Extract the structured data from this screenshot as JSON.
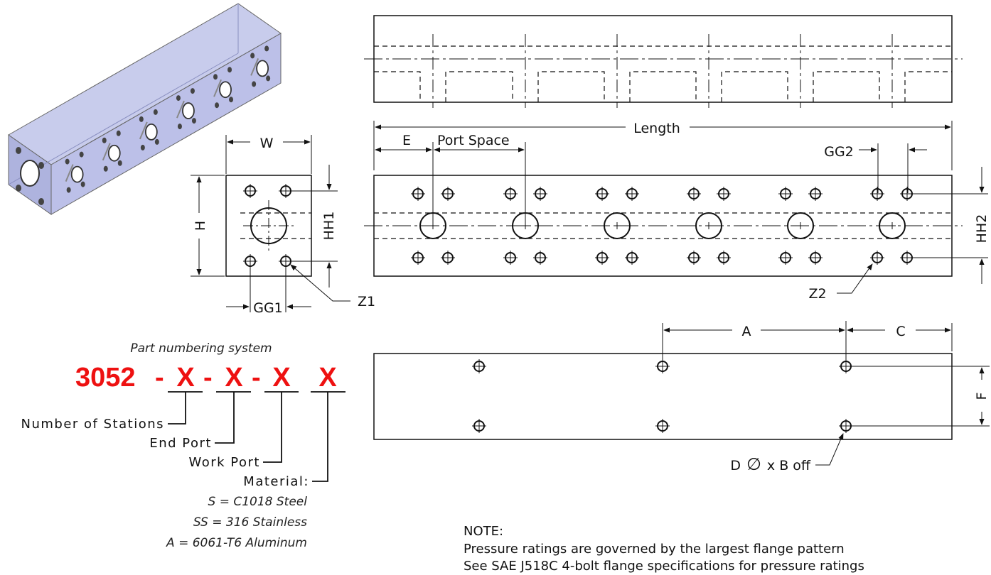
{
  "colors": {
    "accent_red": "#ee1111",
    "iso_fill": "#bfc3e8",
    "line": "#111111"
  },
  "dimensions": {
    "length": "Length",
    "e": "E",
    "port_space": "Port Space",
    "gg2": "GG2",
    "hh2": "HH2",
    "z2": "Z2",
    "w": "W",
    "h": "H",
    "hh1": "HH1",
    "gg1": "GG1",
    "z1": "Z1",
    "a": "A",
    "c": "C",
    "f": "F",
    "d_hole": "D",
    "d_symbol": "∅",
    "d_suffix": "x B off"
  },
  "part_numbering": {
    "title": "Part numbering system",
    "base": "3052",
    "dash": "-",
    "x": "X",
    "labels": [
      "Number of Stations",
      "End Port",
      "Work Port",
      "Material:"
    ],
    "materials": [
      "S = C1018 Steel",
      "SS = 316 Stainless",
      "A = 6061-T6 Aluminum"
    ]
  },
  "note": {
    "heading": "NOTE:",
    "lines": [
      "Pressure ratings are governed by the largest flange pattern",
      "See SAE J518C 4-bolt flange specifications for pressure ratings"
    ]
  }
}
